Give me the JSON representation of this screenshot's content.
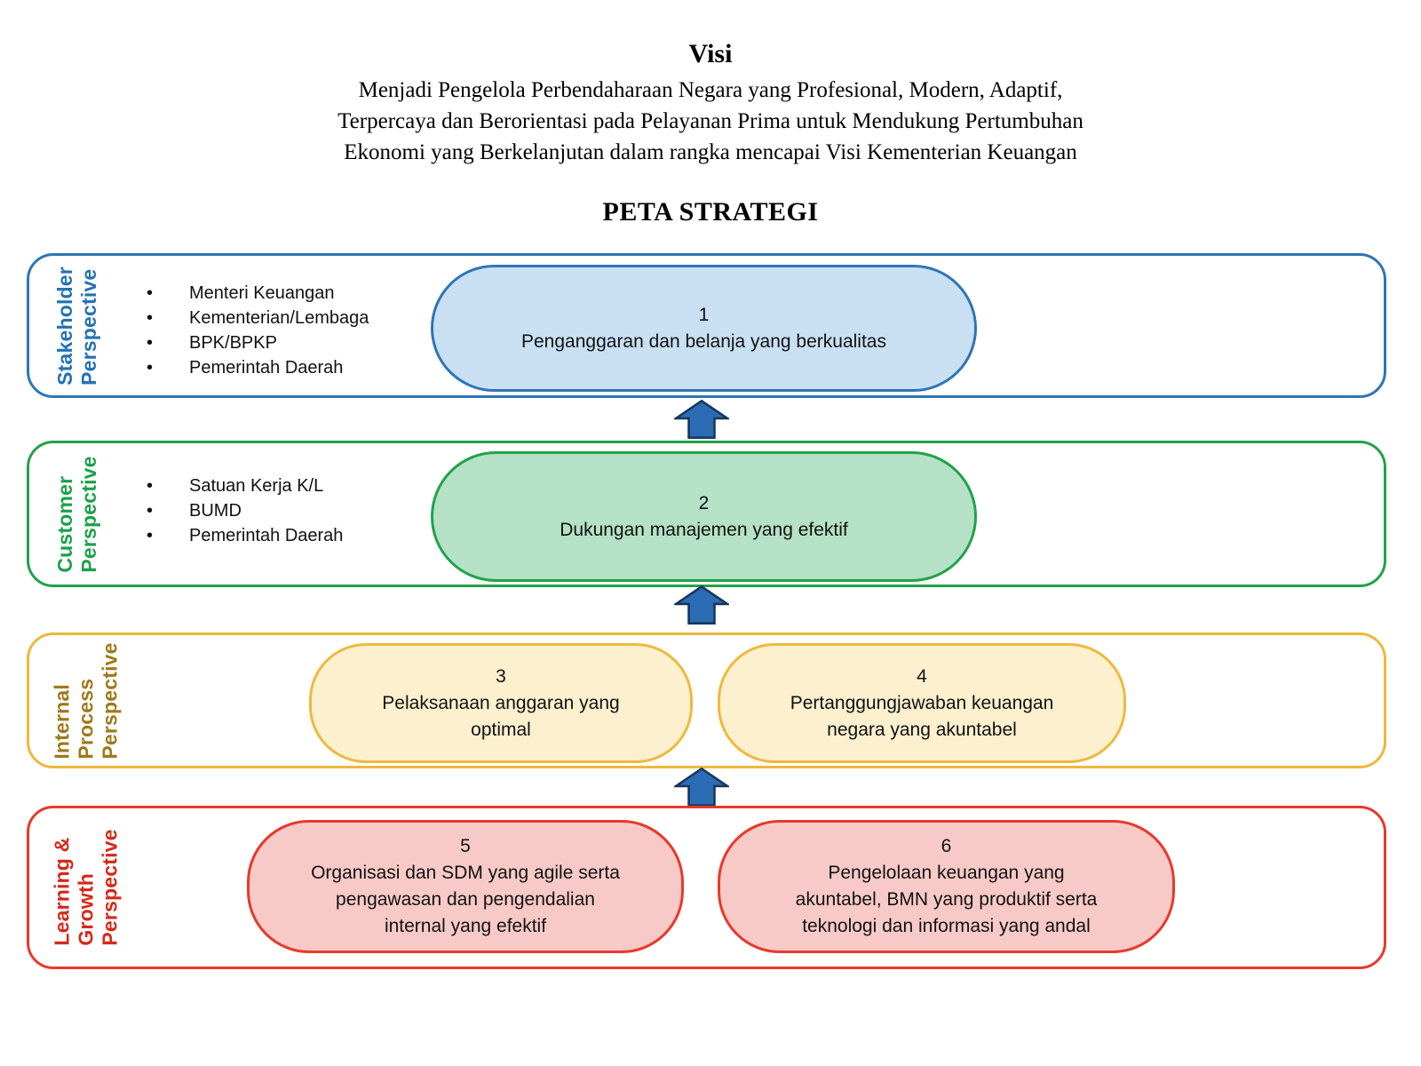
{
  "header": {
    "title": "Visi",
    "vision_line1": "Menjadi Pengelola Perbendaharaan Negara yang Profesional, Modern, Adaptif,",
    "vision_line2": "Terpercaya dan Berorientasi pada Pelayanan Prima untuk Mendukung Pertumbuhan",
    "vision_line3": "Ekonomi yang Berkelanjutan dalam rangka mencapai Visi Kementerian Keuangan",
    "map_title": "PETA STRATEGI"
  },
  "perspectives": [
    {
      "label": "Stakeholder\nPerspective",
      "label_color": "#2272b6",
      "border_color": "#2e75b6",
      "pill_fill": "#c9e0f3",
      "bullets": [
        "Menteri Keuangan",
        "Kementerian/Lembaga",
        "BPK/BPKP",
        "Pemerintah Daerah"
      ],
      "pills": [
        {
          "number": "1",
          "text": "Penganggaran dan belanja yang berkualitas"
        }
      ]
    },
    {
      "label": "Customer\nPerspective",
      "label_color": "#1ba14a",
      "border_color": "#21a24b",
      "pill_fill": "#b5e1c6",
      "bullets": [
        "Satuan Kerja K/L",
        "BUMD",
        "Pemerintah Daerah"
      ],
      "pills": [
        {
          "number": "2",
          "text": "Dukungan manajemen yang efektif"
        }
      ]
    },
    {
      "label": "Internal\nProcess\nPerspective",
      "label_color": "#9c7a1b",
      "border_color": "#eeb93d",
      "pill_fill": "#fcf0ce",
      "bullets": [],
      "pills": [
        {
          "number": "3",
          "text": "Pelaksanaan anggaran yang\noptimal"
        },
        {
          "number": "4",
          "text": "Pertanggungjawaban keuangan\nnegara yang akuntabel"
        }
      ]
    },
    {
      "label": "Learning &\nGrowth\nPerspective",
      "label_color": "#d5281b",
      "border_color": "#e8392b",
      "pill_fill": "#f8cac7",
      "bullets": [],
      "pills": [
        {
          "number": "5",
          "text": "Organisasi dan SDM yang agile serta\npengawasan dan pengendalian\ninternal yang efektif"
        },
        {
          "number": "6",
          "text": "Pengelolaan keuangan yang\nakuntabel, BMN yang produktif serta\nteknologi dan informasi yang andal"
        }
      ]
    }
  ],
  "arrows": {
    "count": 3,
    "direction": "up",
    "fill": "#2b6cb5",
    "outline": "#17375e"
  }
}
